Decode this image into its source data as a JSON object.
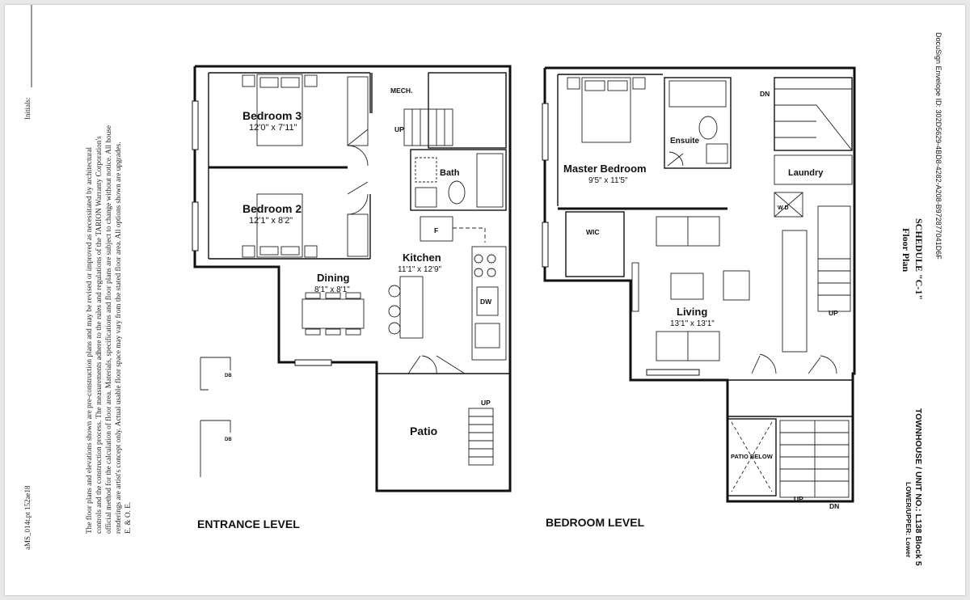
{
  "docusign": "DocuSign Envelope ID: 302D5629-4BD8-4282-A208-B972877041D6F",
  "schedule": {
    "title": "SCHEDULE \"C-1\"",
    "subtitle": "Floor Plan"
  },
  "unit": {
    "line": "TOWNHOUSE / UNIT NO.: L138 Block 5",
    "level": "LOWER/UPPER: Lower"
  },
  "disclaimer": {
    "lines": [
      "The floor plans and elevations shown are pre-construction plans and may be revised or improved as necessitated by architectural",
      "controls and the construction process. The measurements adhere to the rules and regulations of the TARION Warranty Corporation's",
      "official method for the calculation of floor area. Materials, specifications and floor plans are subject to change without notice. All house",
      "renderings are artist's concept only. Actual usable floor space may vary from the stated floor area. All options shown are upgrades.",
      "E. & O. E."
    ],
    "code": "aMS_014t.pt 152ae18",
    "initials": "Initials:"
  },
  "entrance_level": {
    "label": "ENTRANCE LEVEL",
    "rooms": {
      "bedroom3": {
        "name": "Bedroom 3",
        "dim": "12'0\" x 7'11\""
      },
      "bedroom2": {
        "name": "Bedroom 2",
        "dim": "12'1\" x 8'2\""
      },
      "mech": "MECH.",
      "bath": "Bath",
      "kitchen": {
        "name": "Kitchen",
        "dim": "11'1\" x 12'9\""
      },
      "dining": {
        "name": "Dining",
        "dim": "8'1\" x 8'1\""
      },
      "patio": "Patio",
      "fridge": "F",
      "dw": "DW",
      "up1": "UP",
      "up2": "UP"
    },
    "db1": "DB",
    "db2": "DB"
  },
  "bedroom_level": {
    "label": "BEDROOM LEVEL",
    "rooms": {
      "master": {
        "name": "Master Bedroom",
        "dim": "9'5\" x 11'5\""
      },
      "ensuite": "Ensuite",
      "laundry": "Laundry",
      "wd": "W D",
      "wic": "WIC",
      "living": {
        "name": "Living",
        "dim": "13'1\" x 13'1\""
      },
      "patio_below": "PATIO BELOW",
      "dn1": "DN",
      "dn2": "DN",
      "up1": "UP",
      "up2": "UP"
    }
  }
}
